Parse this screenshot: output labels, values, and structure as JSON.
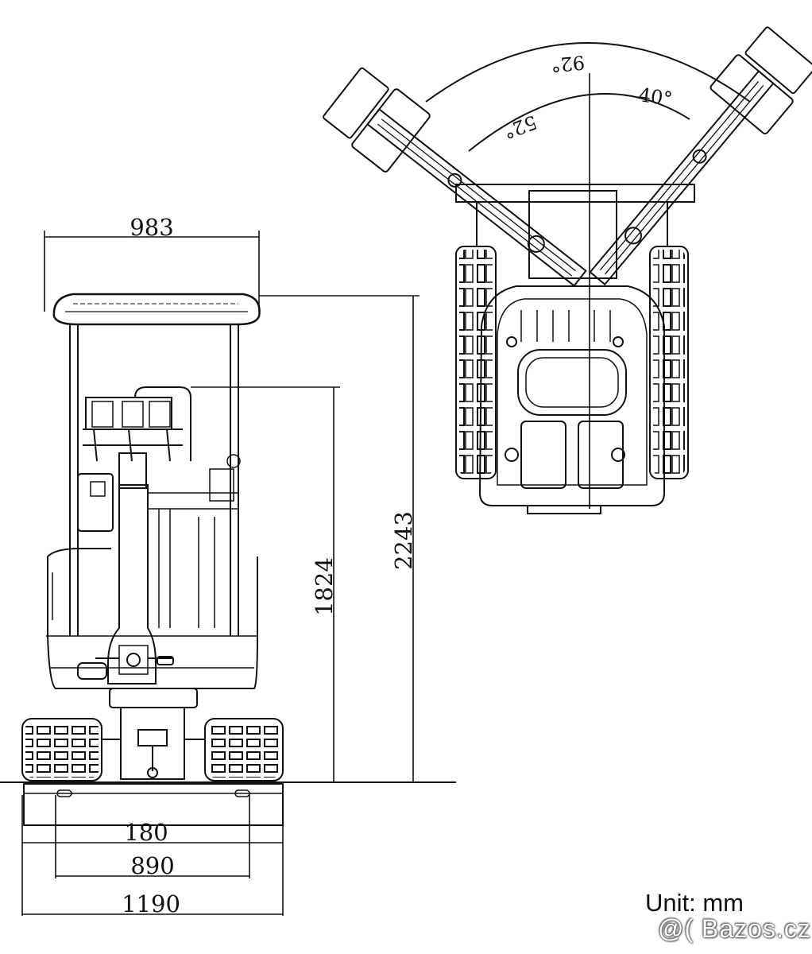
{
  "front_view": {
    "dimensions": {
      "overall_width": "983",
      "overall_height": "2243",
      "seat_height": "1824",
      "track_shoe_width": "180",
      "track_gauge": "890",
      "undercarriage_width": "1190"
    }
  },
  "top_view": {
    "angles": {
      "total_swing": "92°",
      "left_swing": "52°",
      "right_swing": "40°"
    }
  },
  "unit_label": "Unit: mm",
  "watermark": "@( Bazos.cz"
}
